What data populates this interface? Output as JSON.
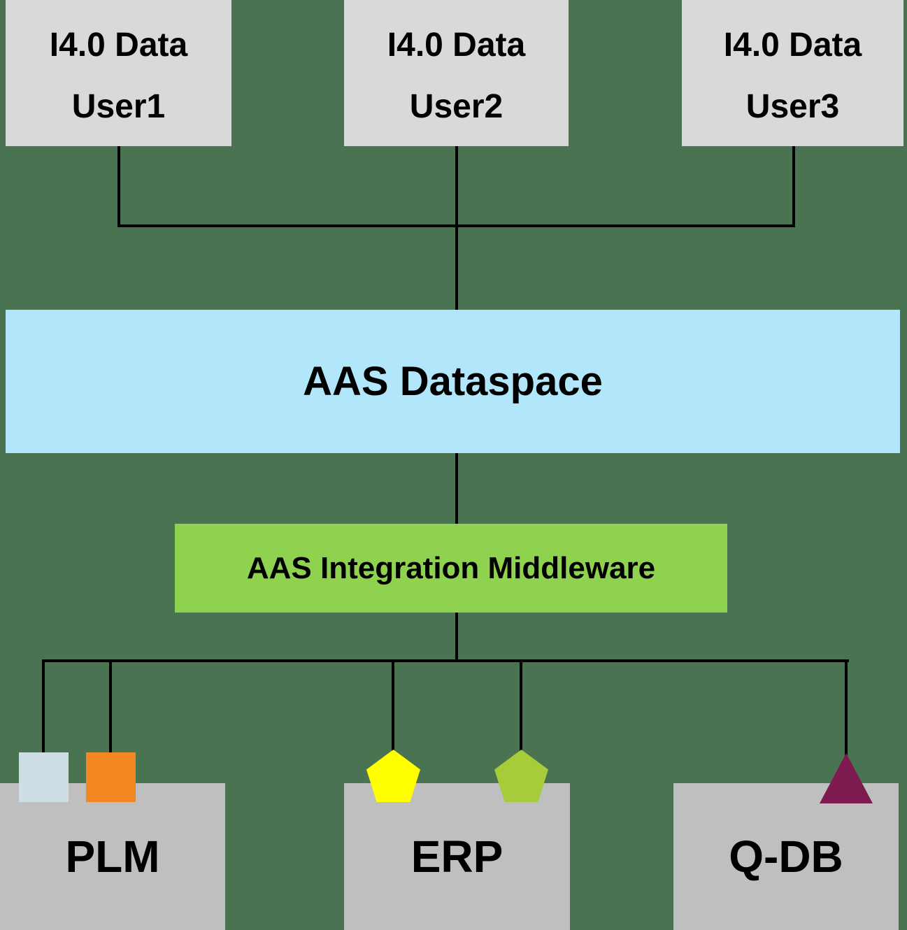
{
  "colors": {
    "background": "#4a7351",
    "top_box": "#d9d9d9",
    "bottom_box": "#bfbfbf",
    "dataspace": "#b1e6fb",
    "middleware": "#8ed24f",
    "connector": "#000000",
    "text": "#000000",
    "square_lightblue": "#cfdee4",
    "square_orange": "#f28621",
    "pentagon_yellow": "#ffff00",
    "pentagon_green": "#a6cc39",
    "triangle_purple": "#7d1a4f"
  },
  "users": [
    {
      "line1": "I4.0 Data",
      "line2": "User1"
    },
    {
      "line1": "I4.0 Data",
      "line2": "User2"
    },
    {
      "line1": "I4.0 Data",
      "line2": "User3"
    }
  ],
  "dataspace": {
    "label": "AAS Dataspace"
  },
  "middleware": {
    "label": "AAS Integration Middleware"
  },
  "systems": [
    {
      "label": "PLM"
    },
    {
      "label": "ERP"
    },
    {
      "label": "Q-DB"
    }
  ]
}
